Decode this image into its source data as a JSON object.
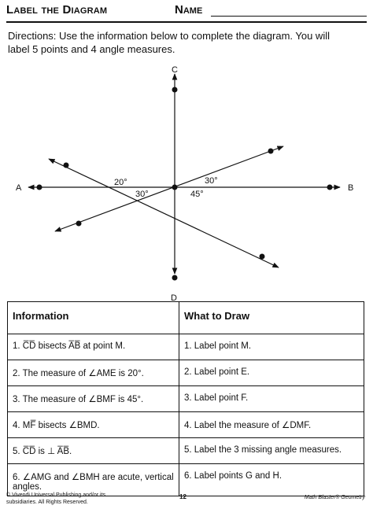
{
  "header": {
    "title": "Label the Diagram",
    "name_label": "Name"
  },
  "directions": "Directions: Use the information below to complete the diagram. You will label 5 points and 4 angle measures.",
  "diagram": {
    "point_labels": {
      "c": "C",
      "a": "A",
      "b": "B",
      "d": "D"
    },
    "angle_labels": {
      "a1": "20°",
      "a2": "30°",
      "a3": "30°",
      "a4": "45°"
    }
  },
  "table": {
    "headers": [
      "Information",
      "What to Draw"
    ],
    "rows": [
      [
        "1.  C̅D̅ bisects A̅B̅ at point M.",
        "1.  Label point M."
      ],
      [
        "2.  The measure of ∠AME is 20°.",
        "2.  Label point E."
      ],
      [
        "3.  The measure of ∠BMF is 45°.",
        "3.  Label point F."
      ],
      [
        "4.  MF̅ bisects ∠BMD.",
        "4.  Label the measure of ∠DMF."
      ],
      [
        "5.  C̅D̅ is ⊥ A̅B̅.",
        "5.  Label the 3 missing angle measures."
      ],
      [
        "6.  ∠AMG and ∠BMH are acute, vertical angles.",
        "6.  Label points G and H."
      ]
    ]
  },
  "footer": {
    "copyright": "© Vivendi Universal Publishing and/or its subsidiaries. All Rights Reserved.",
    "page_number": "12",
    "book": "Math Blaster® Geometry"
  }
}
